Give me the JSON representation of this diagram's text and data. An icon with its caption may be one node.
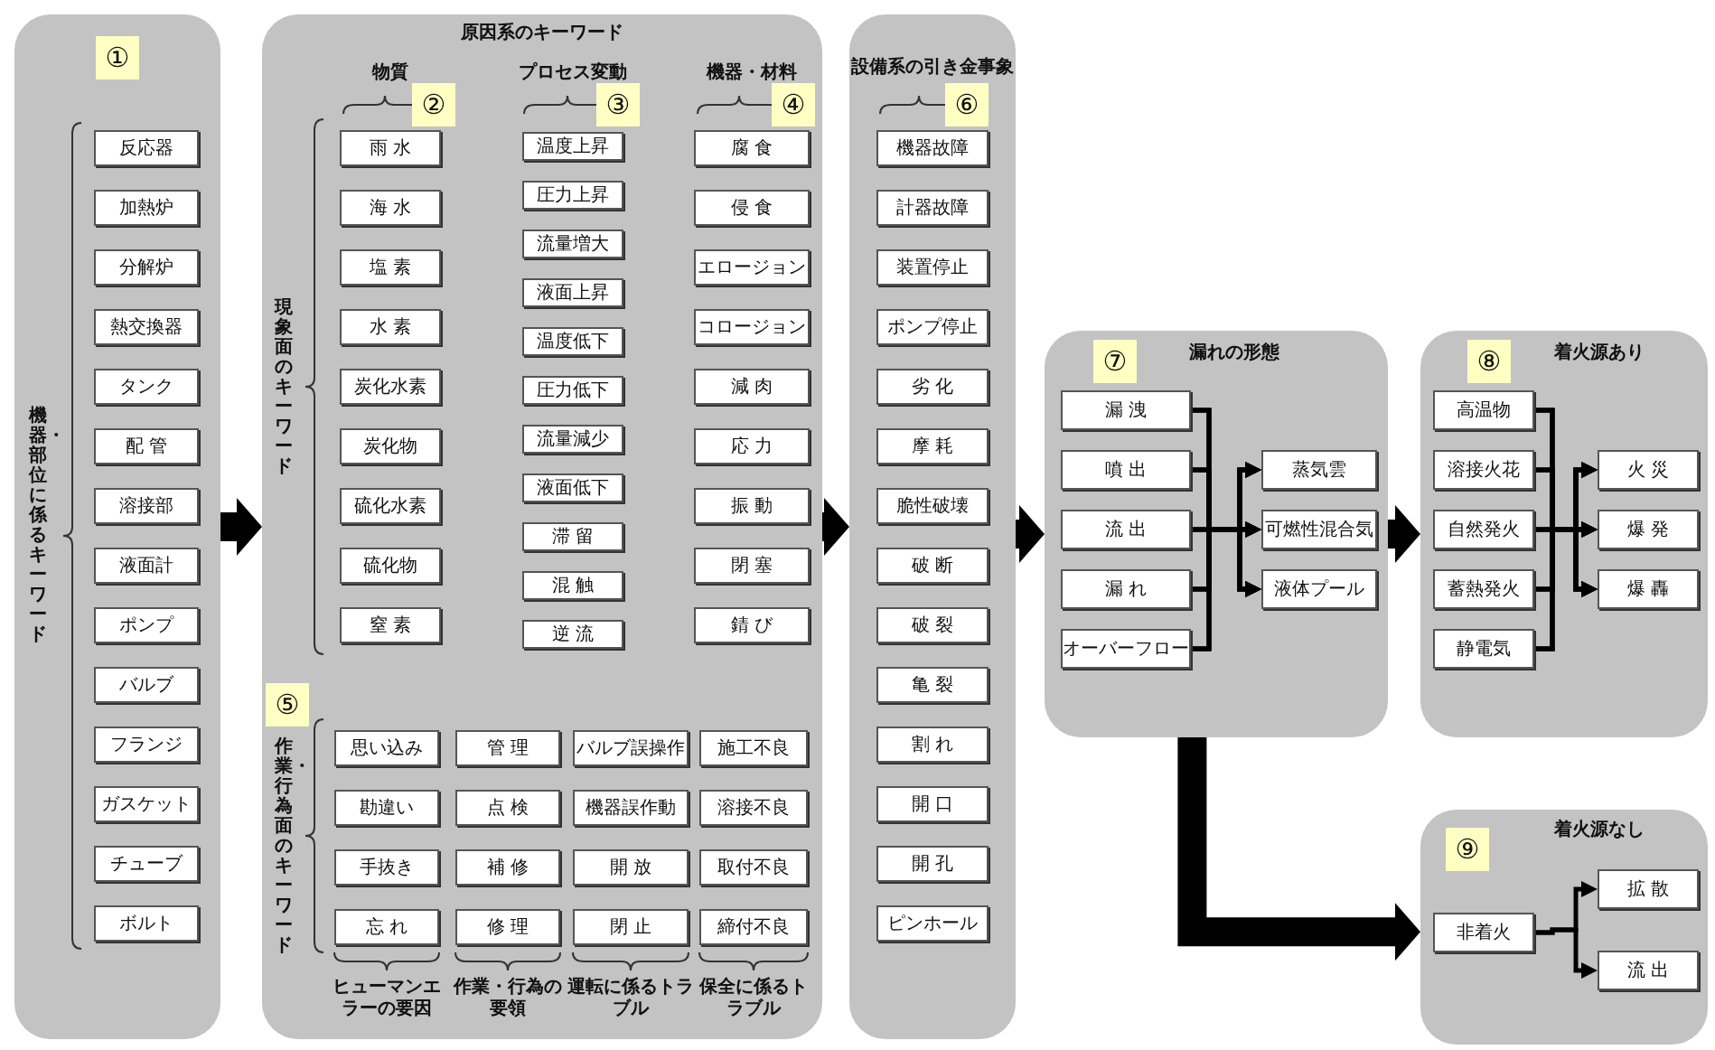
{
  "diagram": {
    "nodes": [
      {
        "text": [
          "機器・部位に係るキーワード"
        ]
      },
      {
        "text": [
          "反応器"
        ],
        "in": 0
      },
      {
        "text": [
          "加熱炉"
        ],
        "in": 0
      },
      {
        "text": [
          "分解炉"
        ],
        "in": 0
      },
      {
        "text": [
          "熱交換器"
        ],
        "in": 0
      },
      {
        "text": [
          "タンク"
        ],
        "in": 0
      },
      {
        "text": [
          "配 管"
        ],
        "in": 0
      },
      {
        "text": [
          "溶接部"
        ],
        "in": 0
      },
      {
        "text": [
          "液面計"
        ],
        "in": 0
      },
      {
        "text": [
          "ポンプ"
        ],
        "in": 0
      },
      {
        "text": [
          "バルブ"
        ],
        "in": 0
      },
      {
        "text": [
          "フランジ"
        ],
        "in": 0
      },
      {
        "text": [
          "ガスケット"
        ],
        "in": 0
      },
      {
        "text": [
          "チューブ"
        ],
        "in": 0
      },
      {
        "text": [
          "ボルト"
        ],
        "in": 0
      },
      {
        "text": [
          "原因系のキーワード"
        ]
      },
      {
        "text": [
          "雨 水"
        ],
        "in": 15
      },
      {
        "text": [
          "海 水"
        ],
        "in": 15
      },
      {
        "text": [
          "塩 素"
        ],
        "in": 15
      },
      {
        "text": [
          "水 素"
        ],
        "in": 15
      },
      {
        "text": [
          "炭化水素"
        ],
        "in": 15
      },
      {
        "text": [
          "炭化物"
        ],
        "in": 15
      },
      {
        "text": [
          "硫化水素"
        ],
        "in": 15
      },
      {
        "text": [
          "硫化物"
        ],
        "in": 15
      },
      {
        "text": [
          "窒 素"
        ],
        "in": 15
      },
      {
        "text": [
          "温度上昇"
        ],
        "in": 15
      },
      {
        "text": [
          "圧力上昇"
        ],
        "in": 15
      },
      {
        "text": [
          "流量増大"
        ],
        "in": 15
      },
      {
        "text": [
          "液面上昇"
        ],
        "in": 15
      },
      {
        "text": [
          "温度低下"
        ],
        "in": 15
      },
      {
        "text": [
          "圧力低下"
        ],
        "in": 15
      },
      {
        "text": [
          "流量減少"
        ],
        "in": 15
      },
      {
        "text": [
          "液面低下"
        ],
        "in": 15
      },
      {
        "text": [
          "滞 留"
        ],
        "in": 15
      },
      {
        "text": [
          "混 触"
        ],
        "in": 15
      },
      {
        "text": [
          "逆 流"
        ],
        "in": 15
      },
      {
        "text": [
          "腐 食"
        ],
        "in": 15
      },
      {
        "text": [
          "侵 食"
        ],
        "in": 15
      },
      {
        "text": [
          "エロージョン"
        ],
        "in": 15
      },
      {
        "text": [
          "コロージョン"
        ],
        "in": 15
      },
      {
        "text": [
          "減 肉"
        ],
        "in": 15
      },
      {
        "text": [
          "応 力"
        ],
        "in": 15
      },
      {
        "text": [
          "振 動"
        ],
        "in": 15
      },
      {
        "text": [
          "閉 塞"
        ],
        "in": 15
      },
      {
        "text": [
          "錆 び"
        ],
        "in": 15
      },
      {
        "text": [
          "思い込み"
        ],
        "in": 15
      },
      {
        "text": [
          "管 理"
        ],
        "in": 15
      },
      {
        "text": [
          "バルブ誤操作"
        ],
        "in": 15
      },
      {
        "text": [
          "施工不良"
        ],
        "in": 15
      },
      {
        "text": [
          "勘違い"
        ],
        "in": 15
      },
      {
        "text": [
          "点 検"
        ],
        "in": 15
      },
      {
        "text": [
          "機器誤作動"
        ],
        "in": 15
      },
      {
        "text": [
          "溶接不良"
        ],
        "in": 15
      },
      {
        "text": [
          "手抜き"
        ],
        "in": 15
      },
      {
        "text": [
          "補 修"
        ],
        "in": 15
      },
      {
        "text": [
          "開 放"
        ],
        "in": 15
      },
      {
        "text": [
          "取付不良"
        ],
        "in": 15
      },
      {
        "text": [
          "忘 れ"
        ],
        "in": 15
      },
      {
        "text": [
          "修 理"
        ],
        "in": 15
      },
      {
        "text": [
          "閉 止"
        ],
        "in": 15
      },
      {
        "text": [
          "締付不良"
        ],
        "in": 15
      },
      {
        "text": [
          "設備系の引き金事象"
        ]
      },
      {
        "text": [
          "機器故障"
        ],
        "in": 61
      },
      {
        "text": [
          "計器故障"
        ],
        "in": 61
      },
      {
        "text": [
          "装置停止"
        ],
        "in": 61
      },
      {
        "text": [
          "ポンプ停止"
        ],
        "in": 61
      },
      {
        "text": [
          "劣 化"
        ],
        "in": 61
      },
      {
        "text": [
          "摩 耗"
        ],
        "in": 61
      },
      {
        "text": [
          "脆性破壊"
        ],
        "in": 61
      },
      {
        "text": [
          "破 断"
        ],
        "in": 61
      },
      {
        "text": [
          "破 裂"
        ],
        "in": 61
      },
      {
        "text": [
          "亀 裂"
        ],
        "in": 61
      },
      {
        "text": [
          "割 れ"
        ],
        "in": 61
      },
      {
        "text": [
          "開 口"
        ],
        "in": 61
      },
      {
        "text": [
          "開 孔"
        ],
        "in": 61
      },
      {
        "text": [
          "ピンホール"
        ],
        "in": 61
      },
      {
        "text": [
          "漏れの形態"
        ]
      },
      {
        "text": [
          "漏 洩"
        ],
        "in": 76
      },
      {
        "text": [
          "噴 出"
        ],
        "in": 76
      },
      {
        "text": [
          "流 出"
        ],
        "in": 76
      },
      {
        "text": [
          "漏 れ"
        ],
        "in": 76
      },
      {
        "text": [
          "オーバーフロー"
        ],
        "in": 76
      },
      {
        "text": [
          "蒸気雲"
        ],
        "in": 76
      },
      {
        "text": [
          "可燃性混合気"
        ],
        "in": 76
      },
      {
        "text": [
          "液体プール"
        ],
        "in": 76
      },
      {
        "text": [
          "着火源あり"
        ]
      },
      {
        "text": [
          "高温物"
        ],
        "in": 85
      },
      {
        "text": [
          "溶接火花"
        ],
        "in": 85
      },
      {
        "text": [
          "自然発火"
        ],
        "in": 85
      },
      {
        "text": [
          "蓄熱発火"
        ],
        "in": 85
      },
      {
        "text": [
          "静電気"
        ],
        "in": 85
      },
      {
        "text": [
          "火 災"
        ],
        "in": 85
      },
      {
        "text": [
          "爆 発"
        ],
        "in": 85
      },
      {
        "text": [
          "爆 轟"
        ],
        "in": 85
      },
      {
        "text": [
          "着火源なし"
        ]
      },
      {
        "text": [
          "非着火"
        ],
        "in": 94
      },
      {
        "text": [
          "拡 散"
        ],
        "in": 94
      },
      {
        "text": [
          "流 出"
        ],
        "in": 94
      }
    ],
    "edges": [
      {
        "from": 0,
        "to": 15,
        "arrow": "to",
        "style": "thick"
      },
      {
        "from": 15,
        "to": 61,
        "arrow": "to",
        "style": "thick"
      },
      {
        "from": 61,
        "to": 76,
        "arrow": "to",
        "style": "thick"
      },
      {
        "from": 76,
        "to": 85,
        "arrow": "to",
        "style": "thick"
      },
      {
        "from": 76,
        "to": 94,
        "arrow": "to",
        "style": "thick"
      },
      {
        "from": 77,
        "to": 82,
        "arrow": "to"
      },
      {
        "from": 77,
        "to": 83,
        "arrow": "to"
      },
      {
        "from": 77,
        "to": 84,
        "arrow": "to"
      },
      {
        "from": 78,
        "to": 82,
        "arrow": "to"
      },
      {
        "from": 78,
        "to": 83,
        "arrow": "to"
      },
      {
        "from": 78,
        "to": 84,
        "arrow": "to"
      },
      {
        "from": 79,
        "to": 82,
        "arrow": "to"
      },
      {
        "from": 79,
        "to": 83,
        "arrow": "to"
      },
      {
        "from": 79,
        "to": 84,
        "arrow": "to"
      },
      {
        "from": 80,
        "to": 82,
        "arrow": "to"
      },
      {
        "from": 80,
        "to": 83,
        "arrow": "to"
      },
      {
        "from": 80,
        "to": 84,
        "arrow": "to"
      },
      {
        "from": 81,
        "to": 82,
        "arrow": "to"
      },
      {
        "from": 81,
        "to": 83,
        "arrow": "to"
      },
      {
        "from": 81,
        "to": 84,
        "arrow": "to"
      },
      {
        "from": 86,
        "to": 91,
        "arrow": "to"
      },
      {
        "from": 86,
        "to": 92,
        "arrow": "to"
      },
      {
        "from": 86,
        "to": 93,
        "arrow": "to"
      },
      {
        "from": 87,
        "to": 91,
        "arrow": "to"
      },
      {
        "from": 87,
        "to": 92,
        "arrow": "to"
      },
      {
        "from": 87,
        "to": 93,
        "arrow": "to"
      },
      {
        "from": 88,
        "to": 91,
        "arrow": "to"
      },
      {
        "from": 88,
        "to": 92,
        "arrow": "to"
      },
      {
        "from": 88,
        "to": 93,
        "arrow": "to"
      },
      {
        "from": 89,
        "to": 91,
        "arrow": "to"
      },
      {
        "from": 89,
        "to": 92,
        "arrow": "to"
      },
      {
        "from": 89,
        "to": 93,
        "arrow": "to"
      },
      {
        "from": 90,
        "to": 91,
        "arrow": "to"
      },
      {
        "from": 90,
        "to": 92,
        "arrow": "to"
      },
      {
        "from": 90,
        "to": 93,
        "arrow": "to"
      },
      {
        "from": 95,
        "to": 96,
        "arrow": "to"
      },
      {
        "from": 95,
        "to": 97,
        "arrow": "to"
      }
    ],
    "labels": [
      "①",
      "物質",
      "プロセス変動",
      "機器・材料",
      "②",
      "③",
      "④",
      "現象面のキーワード",
      "⑤",
      "作業・行為面のキーワード",
      "ヒューマンエラーの要因",
      "作業・行為の要領",
      "運転に係るトラブル",
      "保全に係るトラブル",
      "⑥",
      "⑦",
      "⑧",
      "⑨"
    ]
  }
}
